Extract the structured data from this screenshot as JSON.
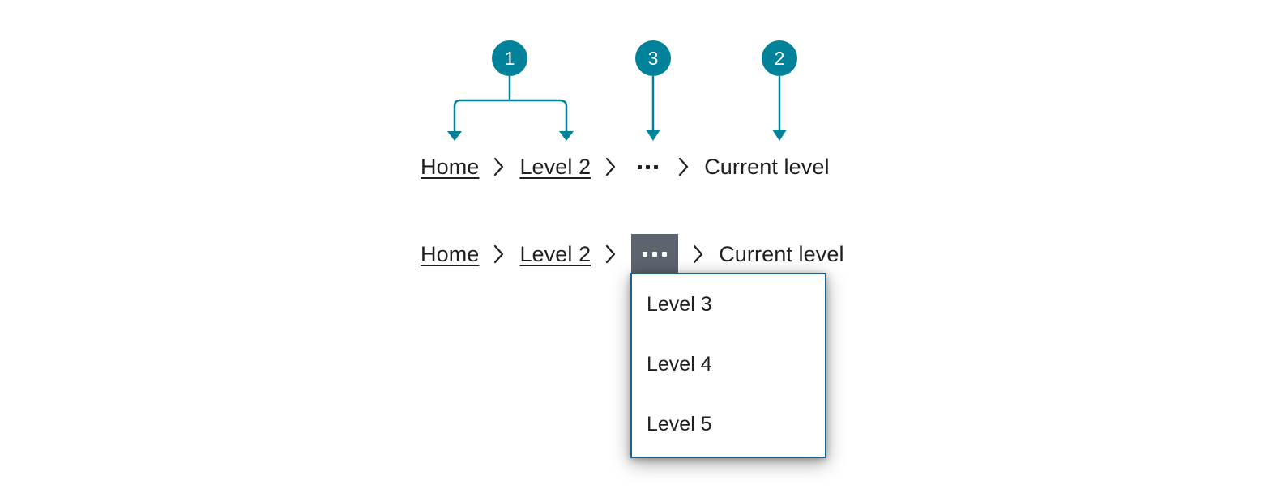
{
  "theme": {
    "accent_teal": "#00829a",
    "text_color": "#201f1e",
    "menu_border": "#1a6296",
    "ellipsis_button_bg": "#5d6470",
    "page_background": "#ffffff"
  },
  "callouts": [
    {
      "number": "1",
      "target": "breadcrumb-links"
    },
    {
      "number": "3",
      "target": "overflow-ellipsis"
    },
    {
      "number": "2",
      "target": "current-level"
    }
  ],
  "breadcrumb_plain": {
    "items": [
      {
        "label": "Home",
        "type": "link"
      },
      {
        "label": "Level 2",
        "type": "link"
      },
      {
        "label": "...",
        "type": "overflow"
      },
      {
        "label": "Current level",
        "type": "current"
      }
    ],
    "separator": "chevron-right-icon"
  },
  "breadcrumb_open": {
    "items": [
      {
        "label": "Home",
        "type": "link"
      },
      {
        "label": "Level 2",
        "type": "link"
      },
      {
        "label": "...",
        "type": "overflow-active"
      },
      {
        "label": "Current level",
        "type": "current"
      }
    ],
    "separator": "chevron-right-icon"
  },
  "overflow_menu": {
    "items": [
      {
        "label": "Level 3"
      },
      {
        "label": "Level 4"
      },
      {
        "label": "Level 5"
      }
    ]
  }
}
